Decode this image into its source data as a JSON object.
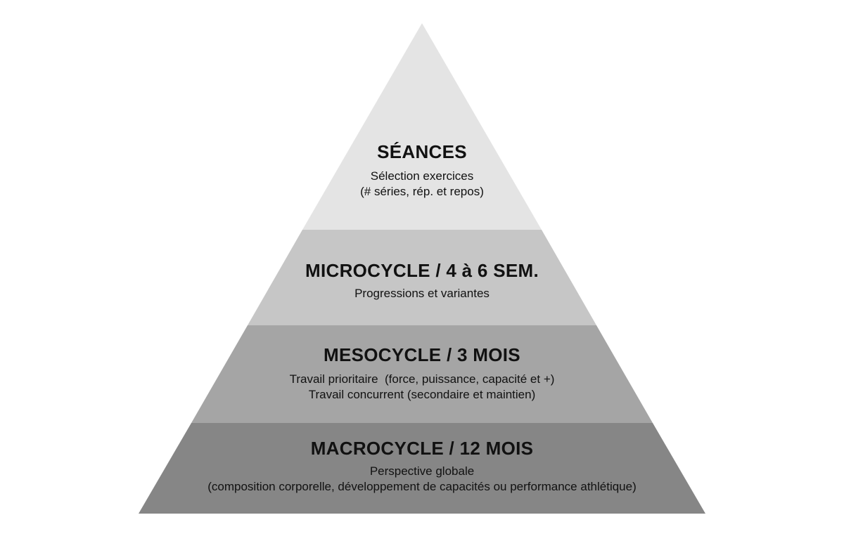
{
  "tiers": {
    "seances": {
      "title": "SÉANCES",
      "lines": [
        "Sélection exercices",
        "(# séries, rép. et repos)"
      ],
      "color": "#e4e4e4"
    },
    "microcycle": {
      "title": "MICROCYCLE / 4 à 6 SEM.",
      "lines": [
        "Progressions et variantes"
      ],
      "color": "#c6c6c6"
    },
    "mesocycle": {
      "title": "MESOCYCLE / 3 MOIS",
      "lines": [
        "Travail prioritaire  (force, puissance, capacité et +)",
        "Travail concurrent (secondaire et maintien)"
      ],
      "color": "#a5a5a5"
    },
    "macrocycle": {
      "title": "MACROCYCLE / 12 MOIS",
      "lines": [
        "Perspective globale",
        "(composition corporelle, développement de capacités ou performance athlétique)"
      ],
      "color": "#868686"
    }
  }
}
